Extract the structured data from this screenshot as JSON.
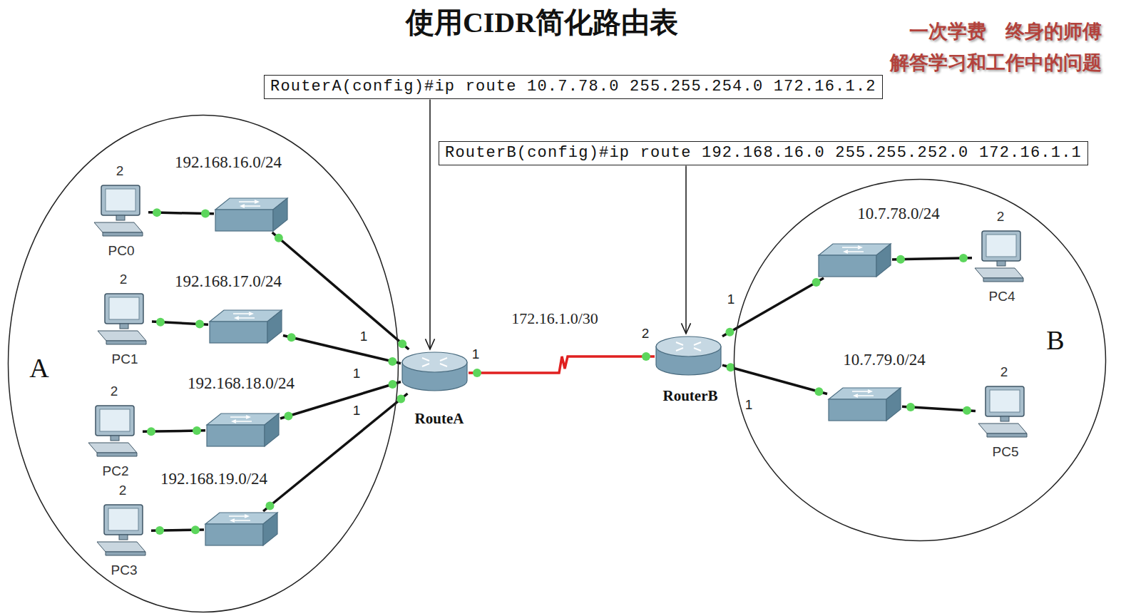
{
  "diagram": {
    "title": "使用CIDR简化路由表",
    "nodes": [
      {
        "text": [
          "RouterA(config)#ip route 10.7.78.0 255.255.254.0 172.16.1.2"
        ]
      },
      {
        "text": [
          "RouterB(config)#ip route 192.168.16.0 255.255.252.0 172.16.1.1"
        ]
      },
      {
        "text": [
          "A"
        ]
      },
      {
        "text": [
          "2",
          "PC0"
        ],
        "in": 2
      },
      {
        "text": [
          "192.168.16.0/24"
        ],
        "in": 2
      },
      {
        "text": [
          "2",
          "PC1"
        ],
        "in": 2
      },
      {
        "text": [
          "192.168.17.0/24"
        ],
        "in": 2
      },
      {
        "text": [
          "2",
          "PC2"
        ],
        "in": 2
      },
      {
        "text": [
          "192.168.18.0/24"
        ],
        "in": 2
      },
      {
        "text": [
          "2",
          "PC3"
        ],
        "in": 2
      },
      {
        "text": [
          "192.168.19.0/24"
        ],
        "in": 2
      },
      {
        "text": [
          "RouteA"
        ]
      },
      {
        "text": [
          "RouterB"
        ]
      },
      {
        "text": [
          "B"
        ]
      },
      {
        "text": [
          "10.7.78.0/24"
        ],
        "in": 13
      },
      {
        "text": [
          "2",
          "PC4"
        ],
        "in": 13
      },
      {
        "text": [
          "10.7.79.0/24"
        ],
        "in": 13
      },
      {
        "text": [
          "2",
          "PC5"
        ],
        "in": 13
      }
    ],
    "edges": [
      {
        "from": 0,
        "to": 11,
        "arrow": "to"
      },
      {
        "from": 1,
        "to": 12,
        "arrow": "to"
      },
      {
        "from": 3,
        "to": 4,
        "arrow": "none"
      },
      {
        "from": 4,
        "to": 11,
        "arrow": "none"
      },
      {
        "from": 5,
        "to": 6,
        "arrow": "none"
      },
      {
        "from": 6,
        "to": 11,
        "arrow": "none"
      },
      {
        "from": 7,
        "to": 8,
        "arrow": "none"
      },
      {
        "from": 8,
        "to": 11,
        "arrow": "none"
      },
      {
        "from": 9,
        "to": 10,
        "arrow": "none"
      },
      {
        "from": 10,
        "to": 11,
        "arrow": "none"
      },
      {
        "from": 11,
        "to": 12,
        "arrow": "none",
        "label": "172.16.1.0/30"
      },
      {
        "from": 12,
        "to": 14,
        "arrow": "none"
      },
      {
        "from": 14,
        "to": 15,
        "arrow": "none"
      },
      {
        "from": 12,
        "to": 16,
        "arrow": "none"
      },
      {
        "from": 16,
        "to": 17,
        "arrow": "none"
      }
    ],
    "labels": [
      "一次学费　终身的师傅",
      "解答学习和工作中的问题",
      "1",
      "1",
      "1",
      "1",
      "2",
      "1",
      "1"
    ]
  }
}
